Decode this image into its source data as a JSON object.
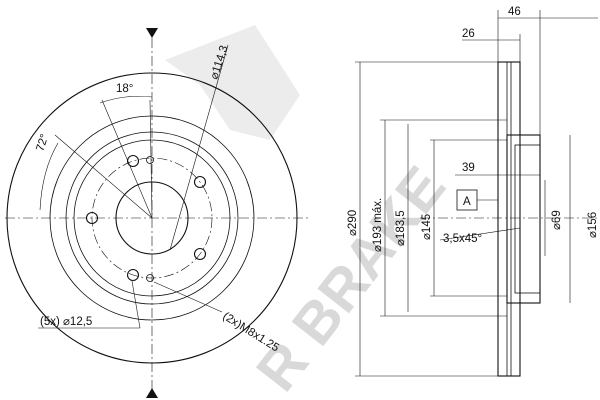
{
  "watermark": {
    "text": "R BRAKE"
  },
  "front_view": {
    "angle_bolt": "18°",
    "angle_pitch": "72°",
    "pcd": "⌀114,3",
    "holes": "(5x) ⌀12,5",
    "threads": "(2x)M8x1.25"
  },
  "side_view": {
    "total_height": "46",
    "hat_height": "26",
    "disc_diameter": "⌀290",
    "max_machining": "⌀193 máx.",
    "d_183": "⌀183,5",
    "d_145": "⌀145",
    "d_69": "⌀69",
    "d_156": "⌀156",
    "dim_39": "39",
    "chamfer": "3,5x45°",
    "datum": "A"
  },
  "colors": {
    "line": "#111111",
    "watermark": "#d9d9d9"
  }
}
